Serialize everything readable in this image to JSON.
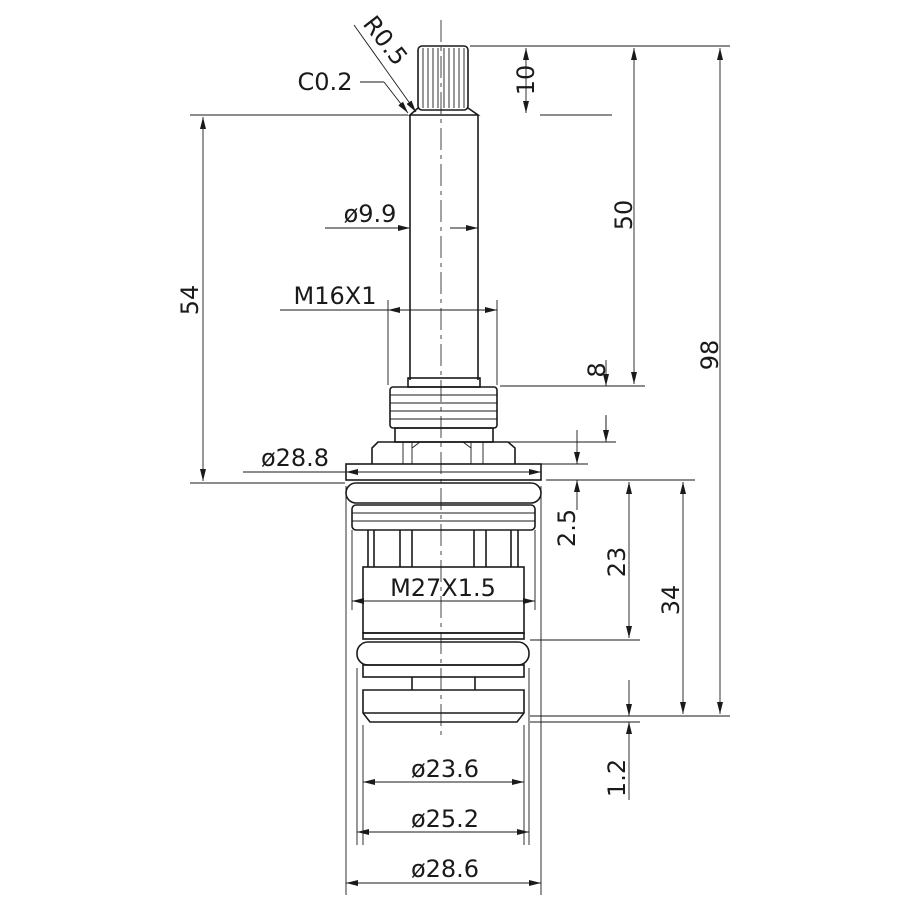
{
  "drawing": {
    "callouts": {
      "chamfer": "C0.2",
      "radius": "R0.5"
    },
    "dimensions": {
      "spline_height": "10",
      "stem_to_thread": "50",
      "overall_length": "98",
      "stem_length": "54",
      "thread_small_height": "8",
      "flange_thickness": "2.5",
      "thread_length": "23",
      "body_length": "34",
      "bottom_offset": "1.2",
      "stem_diameter": "ø9.9",
      "small_thread": "M16X1",
      "flange_diameter": "ø28.8",
      "large_thread": "M27X1.5",
      "disc_diameter": "ø23.6",
      "oring_diameter": "ø25.2",
      "body_diameter": "ø28.6"
    },
    "line_color": "#1a1a1a"
  }
}
